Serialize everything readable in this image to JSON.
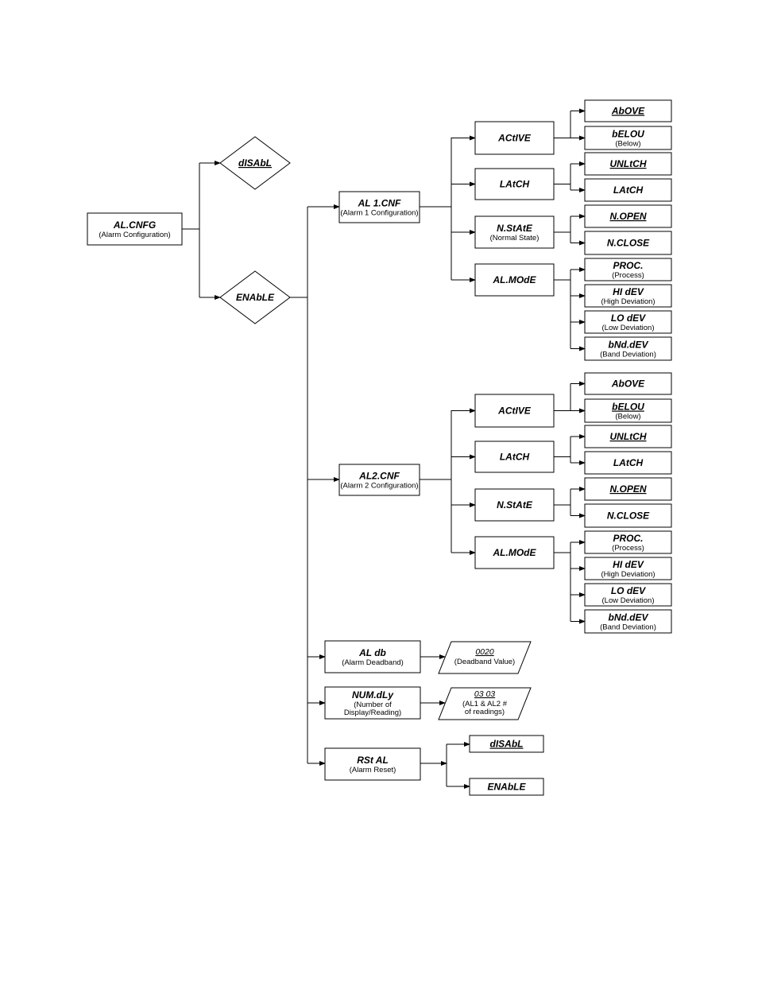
{
  "root": {
    "title": "AL.CNFG",
    "sub": "(Alarm Configuration)"
  },
  "disable": {
    "title": "dISAbL"
  },
  "enable": {
    "title": "ENAbLE"
  },
  "alarms": [
    {
      "title": "AL 1.CNF",
      "sub": "(Alarm 1 Configuration)",
      "params": [
        {
          "title": "ACtIVE",
          "sub": "",
          "options": [
            {
              "title": "AbOVE",
              "sub": "",
              "default": true
            },
            {
              "title": "bELOU",
              "sub": "(Below)"
            }
          ]
        },
        {
          "title": "LAtCH",
          "sub": "",
          "options": [
            {
              "title": "UNLtCH",
              "sub": "",
              "default": true
            },
            {
              "title": "LAtCH",
              "sub": ""
            }
          ]
        },
        {
          "title": "N.StAtE",
          "sub": "(Normal State)",
          "options": [
            {
              "title": "N.OPEN",
              "sub": "",
              "default": true
            },
            {
              "title": "N.CLOSE",
              "sub": ""
            }
          ]
        },
        {
          "title": "AL.MOdE",
          "sub": "",
          "options": [
            {
              "title": "PROC.",
              "sub": "(Process)"
            },
            {
              "title": "HI dEV",
              "sub": "(High Deviation)"
            },
            {
              "title": "LO dEV",
              "sub": "(Low Deviation)"
            },
            {
              "title": "bNd.dEV",
              "sub": "(Band Deviation)"
            }
          ]
        }
      ]
    },
    {
      "title": "AL2.CNF",
      "sub": "(Alarm 2 Configuration)",
      "params": [
        {
          "title": "ACtIVE",
          "sub": "",
          "options": [
            {
              "title": "AbOVE",
              "sub": ""
            },
            {
              "title": "bELOU",
              "sub": "(Below)",
              "default": true
            }
          ]
        },
        {
          "title": "LAtCH",
          "sub": "",
          "options": [
            {
              "title": "UNLtCH",
              "sub": "",
              "default": true
            },
            {
              "title": "LAtCH",
              "sub": ""
            }
          ]
        },
        {
          "title": "N.StAtE",
          "sub": "",
          "options": [
            {
              "title": "N.OPEN",
              "sub": "",
              "default": true
            },
            {
              "title": "N.CLOSE",
              "sub": ""
            }
          ]
        },
        {
          "title": "AL.MOdE",
          "sub": "",
          "options": [
            {
              "title": "PROC.",
              "sub": "(Process)"
            },
            {
              "title": "HI dEV",
              "sub": "(High Deviation)"
            },
            {
              "title": "LO dEV",
              "sub": "(Low Deviation)"
            },
            {
              "title": "bNd.dEV",
              "sub": "(Band Deviation)"
            }
          ]
        }
      ]
    }
  ],
  "deadband": {
    "title": "AL db",
    "sub": "(Alarm Deadband)",
    "value": "0020",
    "value_sub": "(Deadband Value)"
  },
  "delay": {
    "title": "NUM.dLy",
    "sub1": "(Number of",
    "sub2": "Display/Reading)",
    "value": "03 03",
    "value_sub1": "(AL1 & AL2 #",
    "value_sub2": "of readings)"
  },
  "reset": {
    "title": "RSt AL",
    "sub": "(Alarm Reset)",
    "options": [
      {
        "title": "dISAbL",
        "default": true
      },
      {
        "title": "ENAbLE"
      }
    ]
  }
}
